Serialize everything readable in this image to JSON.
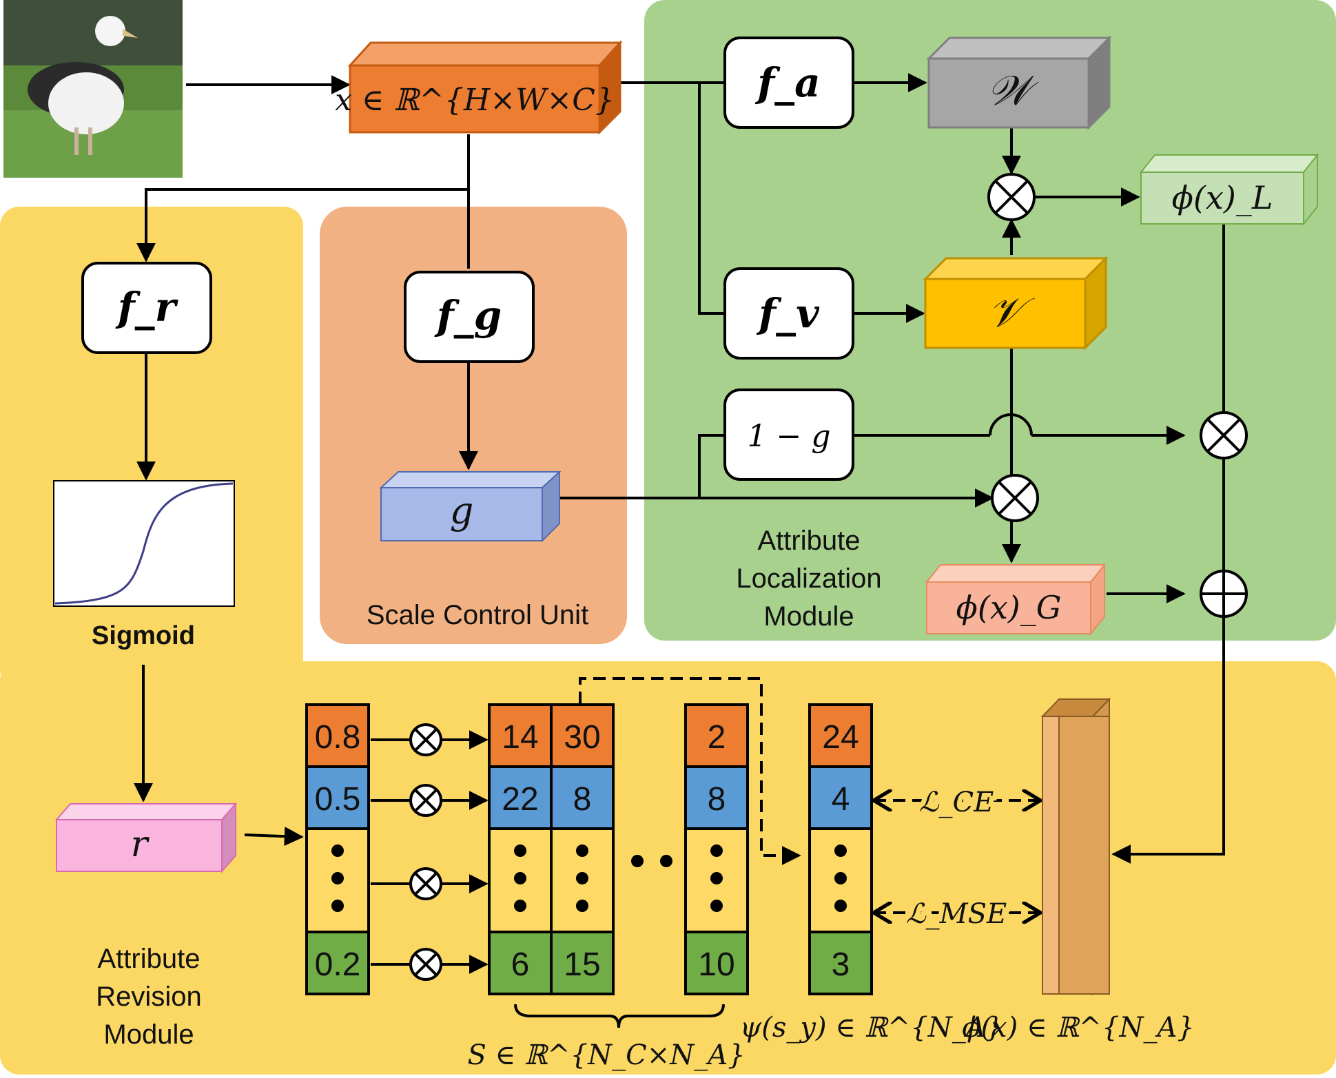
{
  "input": {
    "image_alt": "albatross photo"
  },
  "feature": {
    "x_math": "x ∈ ℝ^{H×W×C}"
  },
  "functions": {
    "fa": "f_a",
    "fv": "f_v",
    "fr": "f_r",
    "fg": "f_g",
    "one_minus_g": "1 − g"
  },
  "tensors": {
    "W": "𝒲",
    "V": "𝒱",
    "g": "g",
    "r": "r",
    "phiL": "ϕ(x)_L",
    "phiG": "ϕ(x)_G"
  },
  "regions": {
    "localization": [
      "Attribute",
      "Localization",
      "Module"
    ],
    "scale": "Scale Control Unit",
    "revision": [
      "Attribute",
      "Revision",
      "Module"
    ]
  },
  "sigmoid": {
    "label": "Sigmoid"
  },
  "r_vector": {
    "top": "0.8",
    "second": "0.5",
    "bottom": "0.2"
  },
  "S_matrix": {
    "col1": {
      "top": "14",
      "second": "22",
      "bottom": "6"
    },
    "col2": {
      "top": "30",
      "second": "8",
      "bottom": "15"
    },
    "colN": {
      "top": "2",
      "second": "8",
      "bottom": "10"
    },
    "label": "S ∈ ℝ^{N_C×N_A}"
  },
  "psi": {
    "top": "24",
    "second": "4",
    "bottom": "3",
    "label": "ψ(s_y) ∈ ℝ^{N_A}"
  },
  "phi": {
    "label": "ϕ(x) ∈ ℝ^{N_A}"
  },
  "losses": {
    "ce": "ℒ_CE",
    "mse": "ℒ_MSE"
  },
  "colors": {
    "green_region": "#a9d18e",
    "yellow_region": "#fbd864",
    "salmon_region": "#f1b183",
    "orange": "#ed7d31",
    "blue": "#5b9bd5",
    "green": "#70ad47",
    "yellow_cell": "#ffd966",
    "gray": "#a6a6a6",
    "gold": "#ffc000",
    "pink": "#f9b5de",
    "light_blue": "#a6b9e8",
    "light_green": "#c5e0b4",
    "salmon_box": "#f8b39a",
    "tan": "#e0a35a"
  }
}
